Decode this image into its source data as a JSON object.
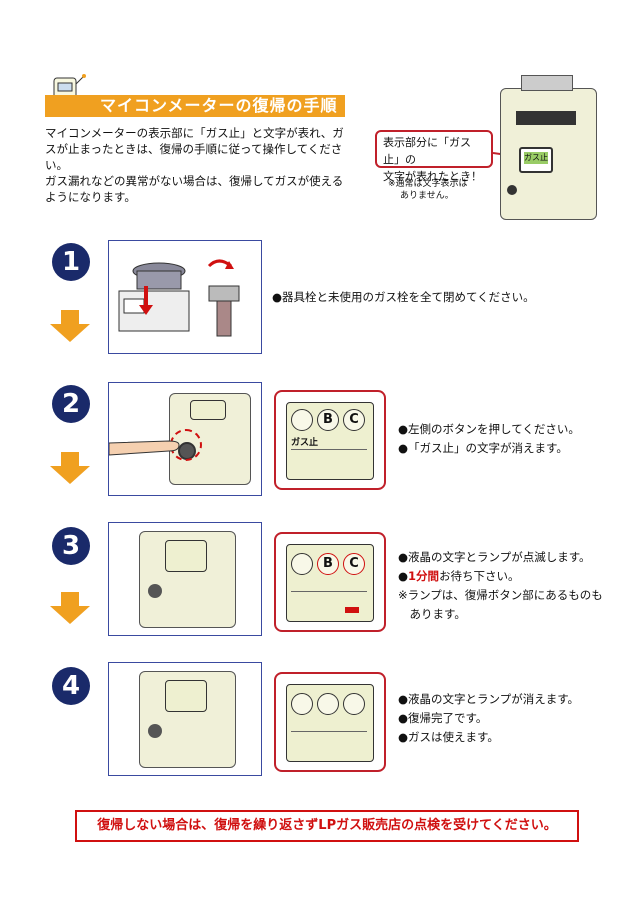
{
  "header": {
    "title": "マイコンメーターの復帰の手順",
    "intro_line1": "マイコンメーターの表示部に「ガス止」と文字が表れ、ガ",
    "intro_line2": "スが止まったときは、復帰の手順に従って操作してください。",
    "intro_line3": "ガス漏れなどの異常がない場合は、復帰してガスが使える",
    "intro_line4": "ようになります。"
  },
  "callout": {
    "line1": "表示部分に「ガス止」の",
    "line2": "文字が表れたとき！",
    "note1": "※通常は文字表示は",
    "note2": "ありません。",
    "meter_label": "ガス止"
  },
  "steps": [
    {
      "number": "1",
      "lines": [
        "●器具栓と未使用のガス栓を全て閉めてください。"
      ]
    },
    {
      "number": "2",
      "lines": [
        "●左側のボタンを押してください。",
        "●「ガス止」の文字が消えます。"
      ],
      "lcd_text": "ガス止"
    },
    {
      "number": "3",
      "lines": [
        "●液晶の文字とランプが点滅します。",
        "1分間",
        "お待ち下さい。",
        "※ランプは、復帰ボタン部にあるものも",
        "　あります。"
      ]
    },
    {
      "number": "4",
      "lines": [
        "●液晶の文字とランプが消えます。",
        "●復帰完了です。",
        "●ガスは使えます。"
      ]
    }
  ],
  "lcd": {
    "b": "B",
    "c": "C"
  },
  "footer": "復帰しない場合は、復帰を繰り返さずLPガス販売店の点検を受けてください。",
  "colors": {
    "orange": "#f0a020",
    "navy": "#1a2a6a",
    "red": "#c0202a"
  }
}
